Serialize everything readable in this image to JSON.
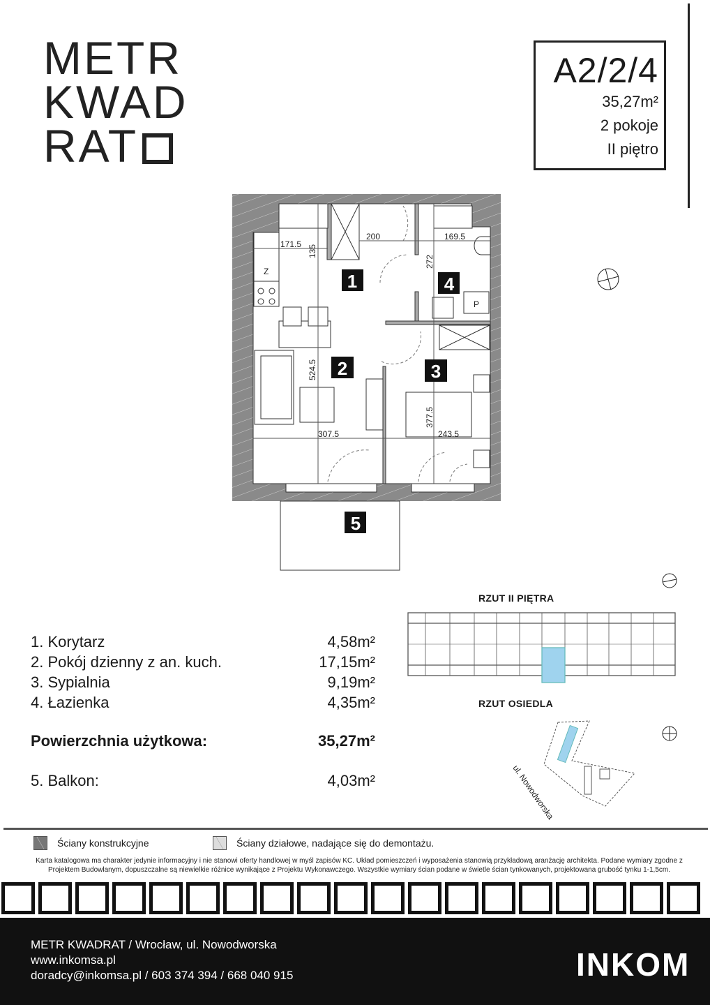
{
  "logo": {
    "line1": "METR",
    "line2": "KWAD",
    "line3": "RAT"
  },
  "apartment": {
    "code": "A2/2/4",
    "area": "35,27m²",
    "rooms": "2 pokoje",
    "floor": "II piętro"
  },
  "plan": {
    "room_badges": [
      "1",
      "2",
      "3",
      "4",
      "5"
    ],
    "dimensions": [
      "171.5",
      "135",
      "200",
      "169.5",
      "272",
      "524.5",
      "307.5",
      "377.5",
      "243.5"
    ],
    "fixtures": {
      "fridge": "Z",
      "washer": "P"
    }
  },
  "rooms": [
    {
      "label": "1. Korytarz",
      "area": "4,58m²"
    },
    {
      "label": "2. Pokój dzienny z an. kuch.",
      "area": "17,15m²"
    },
    {
      "label": "3. Sypialnia",
      "area": "9,19m²"
    },
    {
      "label": "4. Łazienka",
      "area": "4,35m²"
    }
  ],
  "total": {
    "label": "Powierzchnia użytkowa:",
    "area": "35,27m²"
  },
  "balcony": {
    "label": "5. Balkon:",
    "area": "4,03m²"
  },
  "keyplans": {
    "floor_title": "RZUT II PIĘTRA",
    "site_title": "RZUT OSIEDLA",
    "street": "ul. Nowodworska",
    "highlight_color": "#9fd3ee"
  },
  "legend": {
    "structural": "Ściany konstrukcyjne",
    "partition": "Ściany działowe, nadające się do demontażu."
  },
  "disclaimer": "Karta katalogowa ma charakter jedynie informacyjny i nie stanowi oferty handlowej w myśl zapisów KC. Układ pomieszczeń i wyposażenia stanowią przykładową aranżację architekta. Podane wymiary zgodne z Projektem Budowlanym, dopuszczalne są niewielkie różnice wynikające z Projektu Wykonawczego. Wszystkie wymiary ścian podane w świetle ścian tynkowanych, projektowana grubość tynku 1-1,5cm.",
  "footer": {
    "line1": "METR KWADRAT / Wrocław, ul. Nowodworska",
    "line2": "www.inkomsa.pl",
    "line3": "doradcy@inkomsa.pl / 603 374 394 / 668 040 915",
    "brand": "INKOM"
  }
}
